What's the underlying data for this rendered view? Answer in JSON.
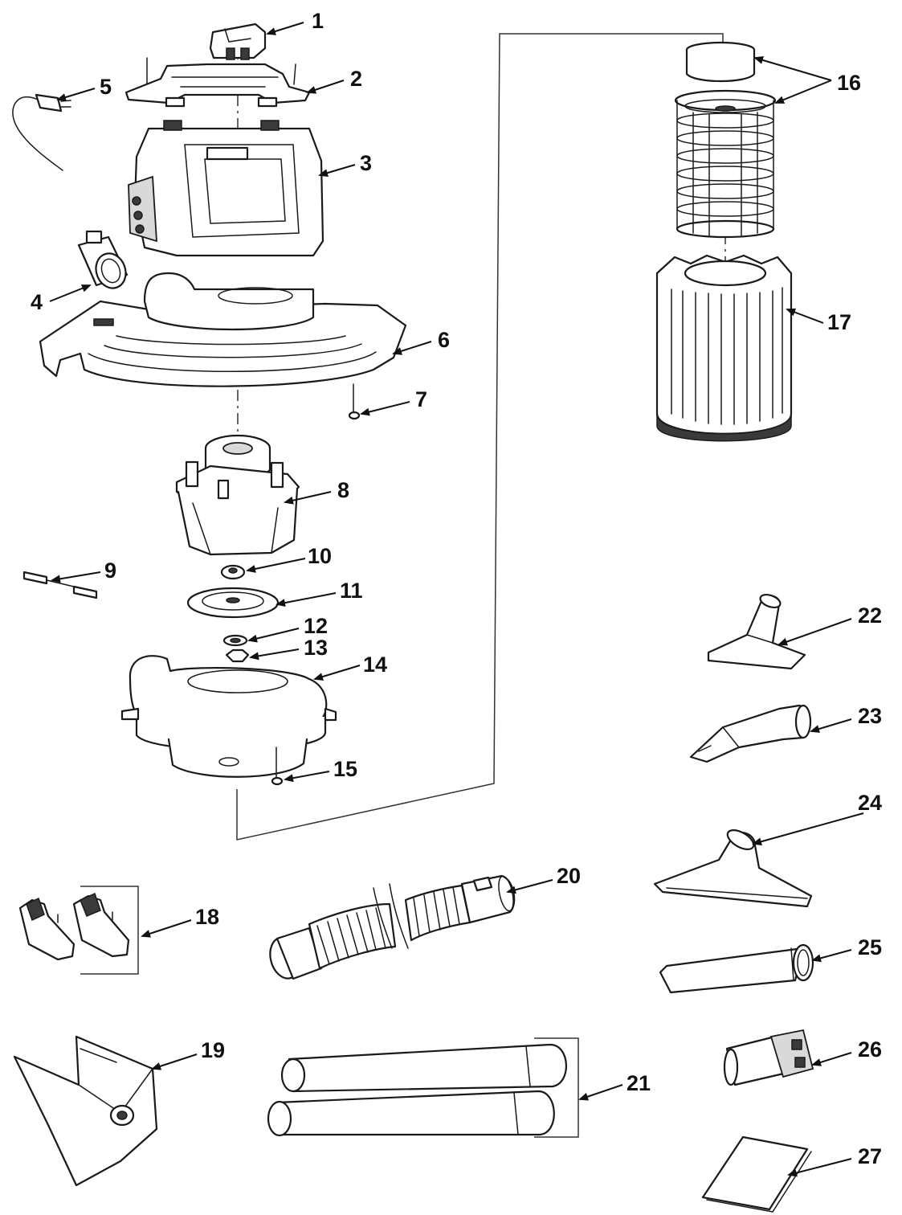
{
  "callouts": [
    {
      "id": "1",
      "label": "1"
    },
    {
      "id": "2",
      "label": "2"
    },
    {
      "id": "3",
      "label": "3"
    },
    {
      "id": "4",
      "label": "4"
    },
    {
      "id": "5",
      "label": "5"
    },
    {
      "id": "6",
      "label": "6"
    },
    {
      "id": "7",
      "label": "7"
    },
    {
      "id": "8",
      "label": "8"
    },
    {
      "id": "9",
      "label": "9"
    },
    {
      "id": "10",
      "label": "10"
    },
    {
      "id": "11",
      "label": "11"
    },
    {
      "id": "12",
      "label": "12"
    },
    {
      "id": "13",
      "label": "13"
    },
    {
      "id": "14",
      "label": "14"
    },
    {
      "id": "15",
      "label": "15"
    },
    {
      "id": "16",
      "label": "16"
    },
    {
      "id": "17",
      "label": "17"
    },
    {
      "id": "18",
      "label": "18"
    },
    {
      "id": "19",
      "label": "19"
    },
    {
      "id": "20",
      "label": "20"
    },
    {
      "id": "21",
      "label": "21"
    },
    {
      "id": "22",
      "label": "22"
    },
    {
      "id": "23",
      "label": "23"
    },
    {
      "id": "24",
      "label": "24"
    },
    {
      "id": "25",
      "label": "25"
    },
    {
      "id": "26",
      "label": "26"
    },
    {
      "id": "27",
      "label": "27"
    }
  ],
  "style": {
    "line_color": "#1a1a1a",
    "background": "#ffffff"
  }
}
